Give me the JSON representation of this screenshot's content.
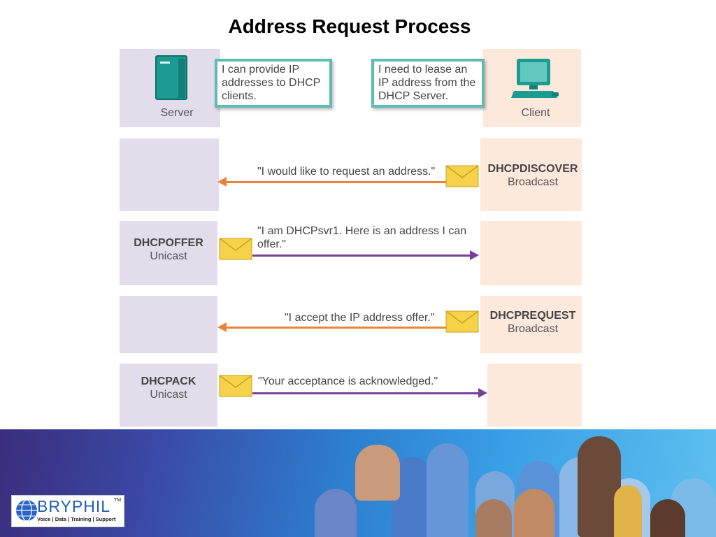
{
  "title": "Address Request Process",
  "server": {
    "label": "Server",
    "bubble": "I can provide IP addresses to DHCP clients."
  },
  "client": {
    "label": "Client",
    "bubble": "I need to lease an IP address from the DHCP Server."
  },
  "messages": [
    {
      "name": "DHCPDISCOVER",
      "type": "Broadcast",
      "quote": "\"I would like to request an address.\"",
      "direction": "client-to-server"
    },
    {
      "name": "DHCPOFFER",
      "type": "Unicast",
      "quote": "\"I am DHCPsvr1. Here is an address I can offer.\"",
      "direction": "server-to-client"
    },
    {
      "name": "DHCPREQUEST",
      "type": "Broadcast",
      "quote": "\"I accept the IP address offer.\"",
      "direction": "client-to-server"
    },
    {
      "name": "DHCPACK",
      "type": "Unicast",
      "quote": "\"Your acceptance is acknowledged.\"",
      "direction": "server-to-client"
    }
  ],
  "logo": {
    "name": "BRYPHIL",
    "tagline": "Voice | Data | Training | Support",
    "tm": "TM"
  },
  "colors": {
    "server_panel": "#e3dcea",
    "client_panel": "#fde9dc",
    "bubble_border": "#5fbcb2",
    "arrow_to_server": "#e8843b",
    "arrow_to_client": "#7b3f9a",
    "envelope": "#f5d24a"
  },
  "icons": {
    "server": "server-tower-icon",
    "client": "computer-icon",
    "message": "envelope-icon"
  }
}
